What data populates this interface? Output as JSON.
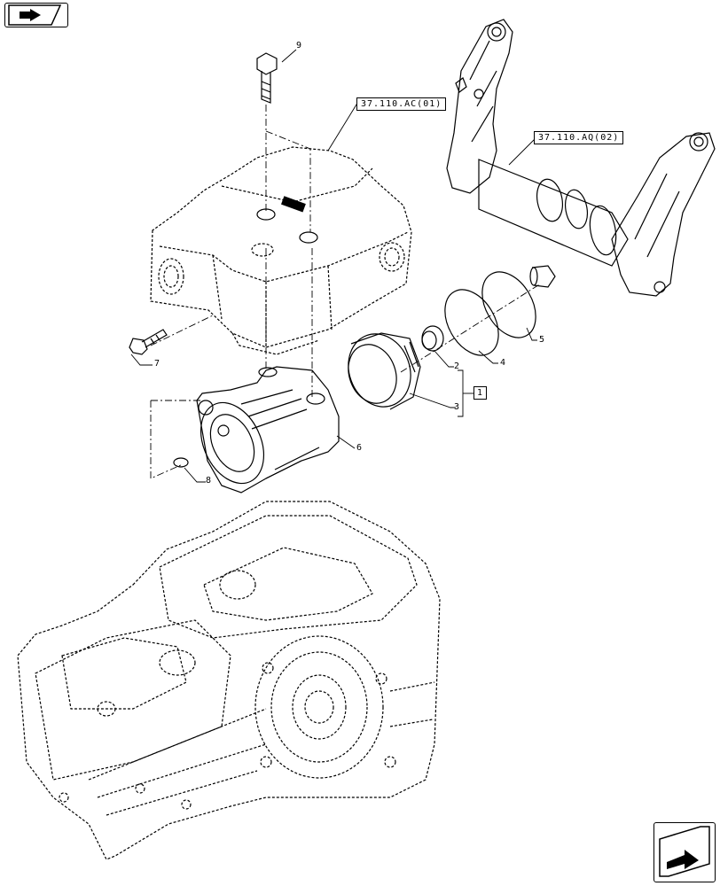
{
  "references": {
    "ref_top": "37.110.AC(01)",
    "ref_right": "37.110.AQ(02)"
  },
  "callouts": {
    "c1": "1",
    "c2": "2",
    "c3": "3",
    "c4": "4",
    "c5": "5",
    "c6": "6",
    "c7": "7",
    "c8": "8",
    "c9": "9"
  },
  "icons": {
    "top_left": "book-arrow-icon",
    "bottom_right": "next-page-arrow-icon"
  }
}
